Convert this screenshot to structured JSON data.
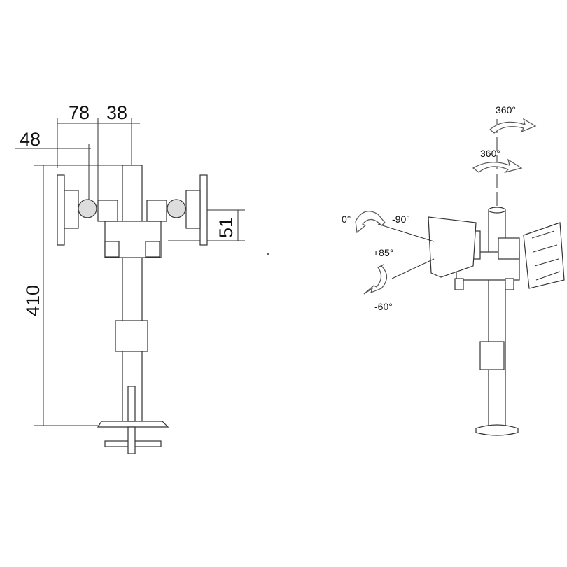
{
  "front_view": {
    "dimensions": {
      "arm_left": "78",
      "arm_right": "38",
      "offset": "48",
      "bracket_height": "51",
      "total_height": "410"
    }
  },
  "perspective_view": {
    "rotations": {
      "pole_top": "360°",
      "pole_second": "360°",
      "tilt_left_clipped": "0°",
      "swivel_right": "-90°",
      "tilt_up": "+85°",
      "tilt_down": "-60°"
    }
  }
}
